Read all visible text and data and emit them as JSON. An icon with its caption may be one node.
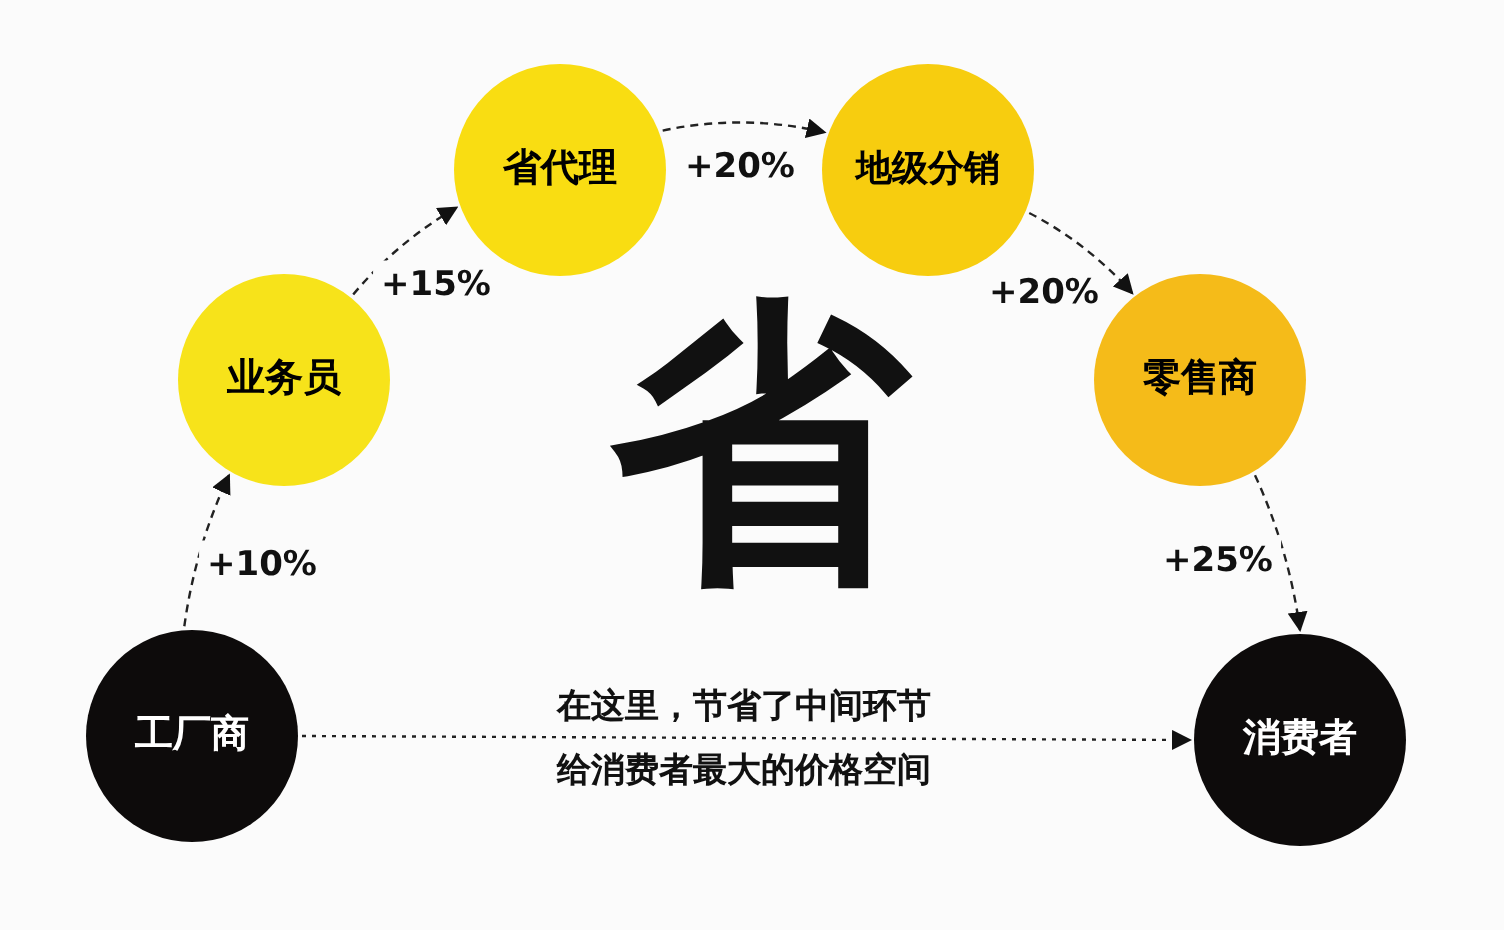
{
  "diagram": {
    "nodes": [
      {
        "text": [
          "工厂商"
        ]
      },
      {
        "text": [
          "业务员"
        ]
      },
      {
        "text": [
          "省代理"
        ]
      },
      {
        "text": [
          "地级分销"
        ]
      },
      {
        "text": [
          "零售商"
        ]
      },
      {
        "text": [
          "消费者"
        ]
      }
    ],
    "edges": [
      {
        "from": 0,
        "to": 1,
        "arrow": "to",
        "style": "dashed",
        "label": "+10%"
      },
      {
        "from": 1,
        "to": 2,
        "arrow": "to",
        "style": "dashed",
        "label": "+15%"
      },
      {
        "from": 2,
        "to": 3,
        "arrow": "to",
        "style": "dashed",
        "label": "+20%"
      },
      {
        "from": 3,
        "to": 4,
        "arrow": "to",
        "style": "dashed",
        "label": "+20%"
      },
      {
        "from": 4,
        "to": 5,
        "arrow": "to",
        "style": "dashed",
        "label": "+25%"
      },
      {
        "from": 0,
        "to": 5,
        "arrow": "to",
        "label": "在这里，节省了中间环节"
      }
    ],
    "labels": [
      "省",
      "给消费者最大的价格空间"
    ]
  }
}
